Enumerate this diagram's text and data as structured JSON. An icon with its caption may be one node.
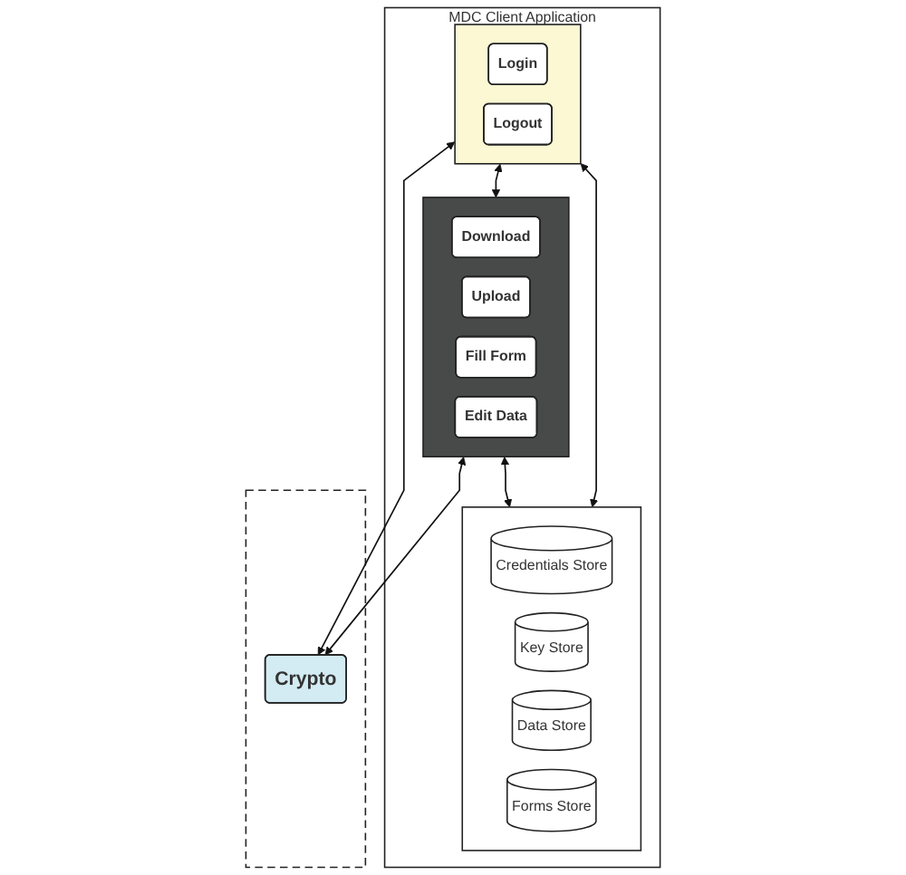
{
  "diagram": {
    "nodes": [
      {
        "text": [
          "MDC Client Application"
        ]
      },
      {
        "text": [],
        "shape": "box",
        "in": 0
      },
      {
        "text": [
          "Login"
        ],
        "in": 1
      },
      {
        "text": [
          "Logout"
        ],
        "in": 1
      },
      {
        "text": [],
        "shape": "box",
        "in": 0
      },
      {
        "text": [
          "Download"
        ],
        "in": 4
      },
      {
        "text": [
          "Upload"
        ],
        "in": 4
      },
      {
        "text": [
          "Fill Form"
        ],
        "in": 4
      },
      {
        "text": [
          "Edit Data"
        ],
        "in": 4
      },
      {
        "text": [],
        "shape": "box",
        "in": 0
      },
      {
        "text": [
          "Credentials Store"
        ],
        "in": 9
      },
      {
        "text": [
          "Key Store"
        ],
        "in": 9
      },
      {
        "text": [
          "Data Store"
        ],
        "in": 9
      },
      {
        "text": [
          "Forms Store"
        ],
        "in": 9
      },
      {
        "text": [],
        "shape": "box"
      },
      {
        "text": [
          "Crypto"
        ],
        "in": 14
      }
    ],
    "edges": [
      {
        "from": 1,
        "to": 4,
        "arrow": "both"
      },
      {
        "from": 4,
        "to": 9,
        "arrow": "both"
      },
      {
        "from": 1,
        "to": 9,
        "arrow": "both"
      },
      {
        "from": 1,
        "to": 15,
        "arrow": "both"
      },
      {
        "from": 4,
        "to": 15,
        "arrow": "both"
      }
    ]
  }
}
